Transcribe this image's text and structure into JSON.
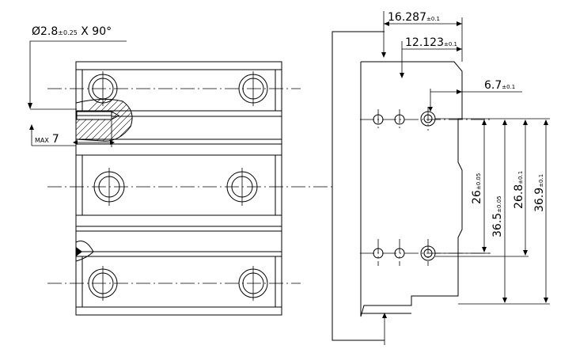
{
  "annotations": {
    "hole_spec": {
      "main": "Ø2.8",
      "tol": "±0.25",
      "tail": " X 90°"
    },
    "max_depth": {
      "prefix": "MAX",
      "value": "7"
    }
  },
  "dimensions": {
    "d_16287": {
      "main": "16.287",
      "tol": "±0.1"
    },
    "d_12123": {
      "main": "12.123",
      "tol": "±0.1"
    },
    "d_67": {
      "main": "6.7",
      "tol": "±0.1"
    },
    "d_26": {
      "main": "26",
      "tol": "±0.05"
    },
    "d_365": {
      "main": "36.5",
      "tol": "±0.05"
    },
    "d_268": {
      "main": "26.8",
      "tol": "±0.1"
    },
    "d_369": {
      "main": "36.9",
      "tol": "±0.1"
    }
  }
}
